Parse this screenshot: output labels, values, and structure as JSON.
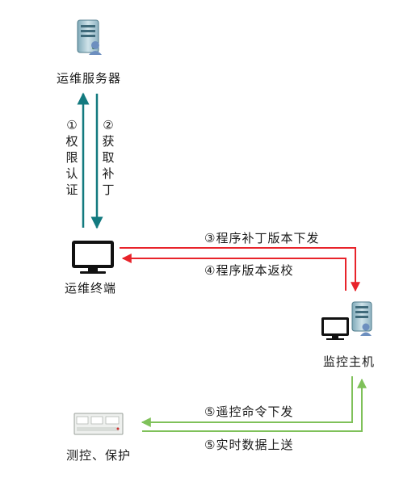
{
  "nodes": {
    "ops_server": "运维服务器",
    "ops_terminal": "运维终端",
    "monitor_host": "监控主机",
    "measure_protect": "测控、保护"
  },
  "edges": {
    "auth": "①权限认证",
    "get_patch": "②获取补丁",
    "issue_version": "③程序补丁版本下发",
    "return_version": "④程序版本返校",
    "remote_cmd": "⑤遥控命令下发",
    "realtime_data": "⑤实时数据上送"
  },
  "colors": {
    "teal": "#137a7f",
    "red": "#e8232a",
    "green": "#7fc15a"
  }
}
